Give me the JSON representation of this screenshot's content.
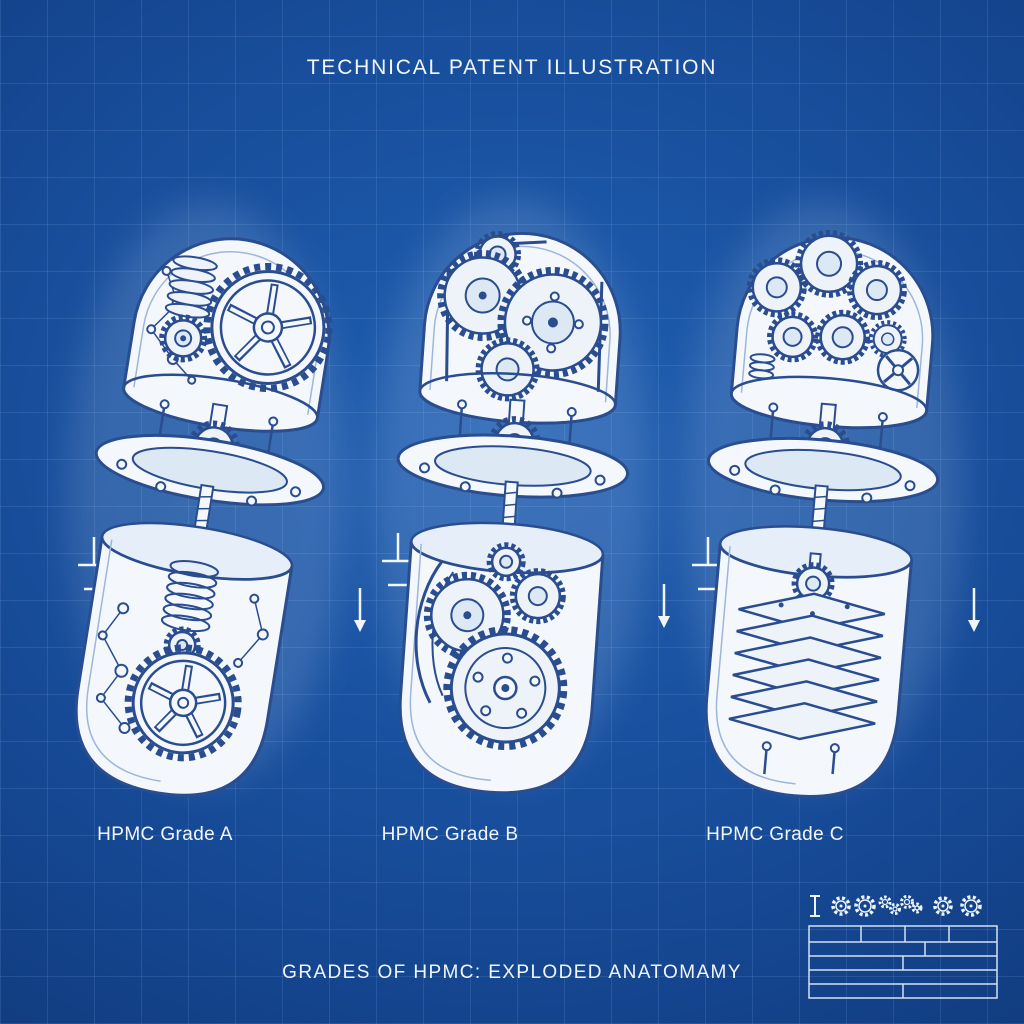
{
  "header": {
    "title": "TECHNICAL PATENT ILLUSTRATION"
  },
  "figures": [
    {
      "label": "HPMC Grade A"
    },
    {
      "label": "HPMC Grade B"
    },
    {
      "label": "HPMC Grade C"
    }
  ],
  "footer": {
    "caption": "GRADES OF HPMC: EXPLODED ANATOMAMY"
  },
  "title_block": {
    "scale_icons": [
      "i-beam-icon",
      "gear-icon",
      "gear-icon",
      "gear-icon",
      "gear-icon",
      "gear-icon",
      "gear-icon",
      "gear-icon"
    ]
  },
  "colors": {
    "background": "#16498f",
    "grid_line": "#7fb0e8",
    "line_art": "#2a4d8f",
    "paper": "#f4f8fd",
    "text": "#f2f6fc"
  }
}
